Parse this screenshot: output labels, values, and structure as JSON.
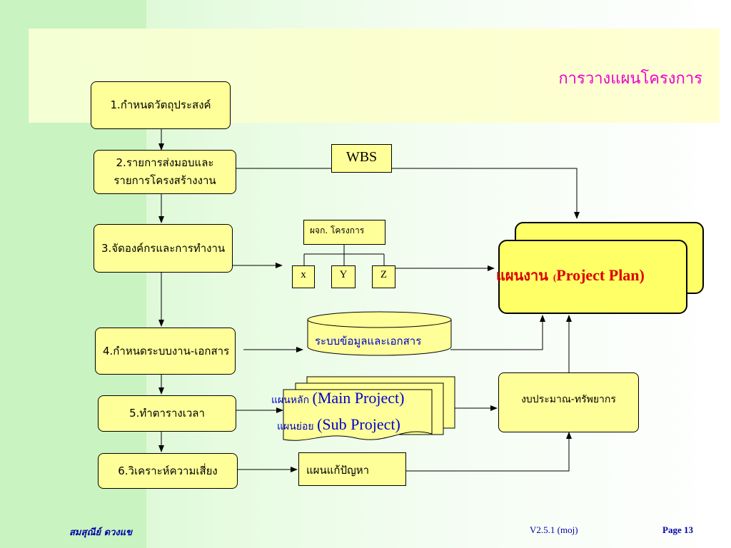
{
  "title": "การวางแผนโครงการ",
  "steps": [
    "1.กำหนดวัตถุประสงค์",
    "2.รายการส่งมอบและ",
    "รายการโครงสร้างงาน",
    "3.จัดองค์กรและการทำงาน",
    "4.กำหนดระบบงาน-เอกสาร",
    "5.ทำตารางเวลา",
    "6.วิเคราะห์ความเสี่ยง"
  ],
  "wbs": "WBS",
  "org": {
    "head": "ผจก. โครงการ",
    "members": [
      "x",
      "Y",
      "Z"
    ]
  },
  "database": "ระบบข้อมูลและเอกสาร",
  "schedule": {
    "main_thai": "แผนหลัก",
    "main_eng": "(Main Project)",
    "sub_thai": "แผนย่อย",
    "sub_eng": "(Sub Project)"
  },
  "risk_plan": "แผนแก้ปัญหา",
  "budget": "งบประมาณ-ทรัพยากร",
  "project_plan": {
    "thai": "แผนงาน",
    "paren": "(",
    "eng": "Project Plan)"
  },
  "footer": {
    "author": "สมสุณีย์  ดวงแข",
    "version": "V2.5.1 (moj)",
    "page": "Page 13"
  },
  "colors": {
    "box_fill": "#ffff99",
    "plan_fill": "#ffff66",
    "title": "#ee00cc",
    "plan_text": "#dd0000"
  }
}
